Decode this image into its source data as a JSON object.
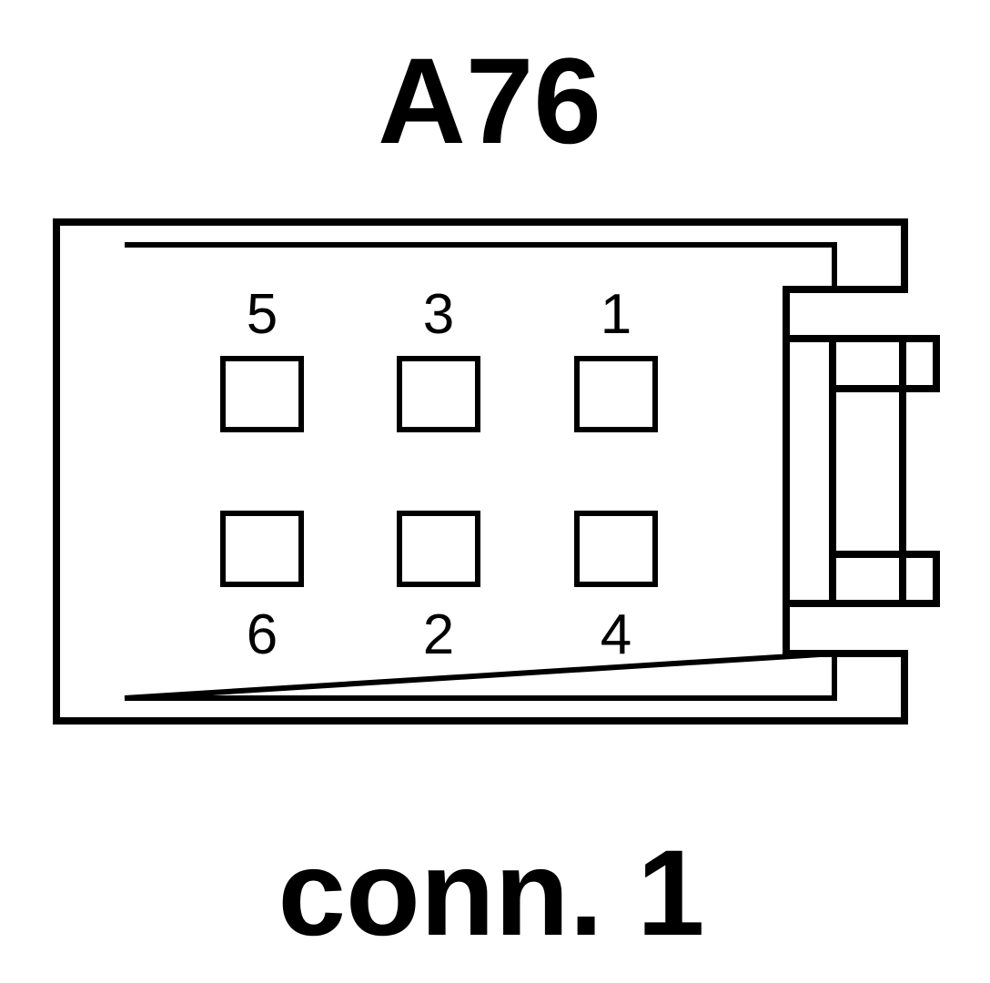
{
  "connector": {
    "id": "A76",
    "caption": "conn. 1",
    "pins": [
      {
        "number": "5",
        "row": "top",
        "col": 0
      },
      {
        "number": "3",
        "row": "top",
        "col": 1
      },
      {
        "number": "1",
        "row": "top",
        "col": 2
      },
      {
        "number": "6",
        "row": "bottom",
        "col": 0
      },
      {
        "number": "2",
        "row": "bottom",
        "col": 1
      },
      {
        "number": "4",
        "row": "bottom",
        "col": 2
      }
    ]
  },
  "colors": {
    "line": "#000000",
    "background": "#ffffff"
  }
}
